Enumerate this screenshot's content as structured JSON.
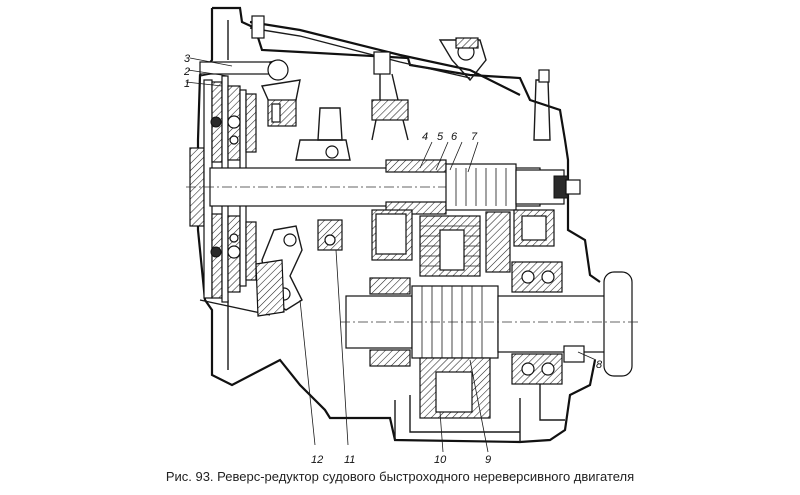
{
  "caption": "Рис. 93. Реверс-редуктор судового быстроходного нереверсивного двигателя",
  "callouts": [
    "1",
    "2",
    "3",
    "4",
    "5",
    "6",
    "7",
    "8",
    "9",
    "10",
    "11",
    "12"
  ]
}
